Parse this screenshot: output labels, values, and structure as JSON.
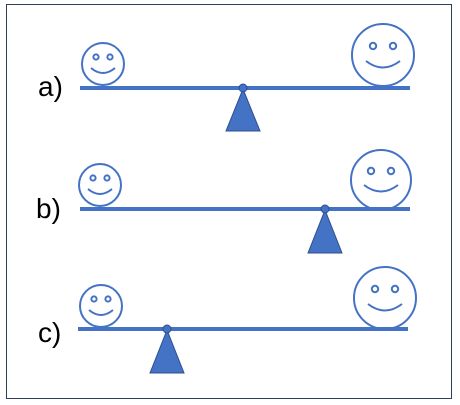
{
  "diagram": {
    "line_color": "#4472c4",
    "rows": [
      {
        "label": "a)"
      },
      {
        "label": "b)"
      },
      {
        "label": "c)"
      }
    ]
  }
}
